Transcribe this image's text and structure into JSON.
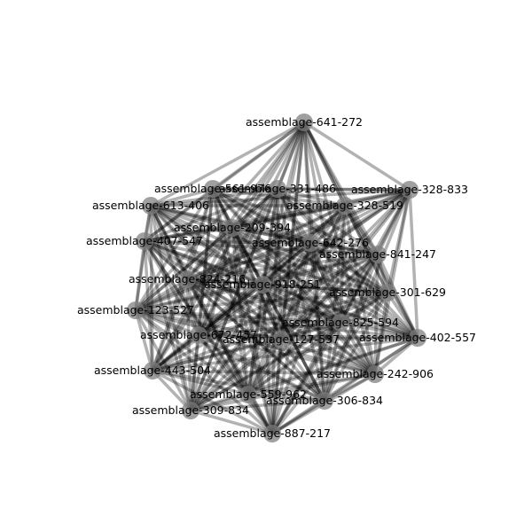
{
  "graph": {
    "edge_color": "#000000",
    "node_color": "#808080",
    "nodes": [
      {
        "id": "assemblage-641-272"
      },
      {
        "id": "assemblage-561-976"
      },
      {
        "id": "assemblage-331-486"
      },
      {
        "id": "assemblage-328-833"
      },
      {
        "id": "assemblage-613-406"
      },
      {
        "id": "assemblage-328-519"
      },
      {
        "id": "assemblage-209-394"
      },
      {
        "id": "assemblage-407-547"
      },
      {
        "id": "assemblage-642-276"
      },
      {
        "id": "assemblage-841-247"
      },
      {
        "id": "assemblage-824-216"
      },
      {
        "id": "assemblage-918-251"
      },
      {
        "id": "assemblage-301-629"
      },
      {
        "id": "assemblage-123-527"
      },
      {
        "id": "assemblage-825-594"
      },
      {
        "id": "assemblage-672-457"
      },
      {
        "id": "assemblage-127-537"
      },
      {
        "id": "assemblage-402-557"
      },
      {
        "id": "assemblage-443-504"
      },
      {
        "id": "assemblage-242-906"
      },
      {
        "id": "assemblage-559-962"
      },
      {
        "id": "assemblage-306-834"
      },
      {
        "id": "assemblage-309-834"
      },
      {
        "id": "assemblage-887-217"
      }
    ]
  }
}
